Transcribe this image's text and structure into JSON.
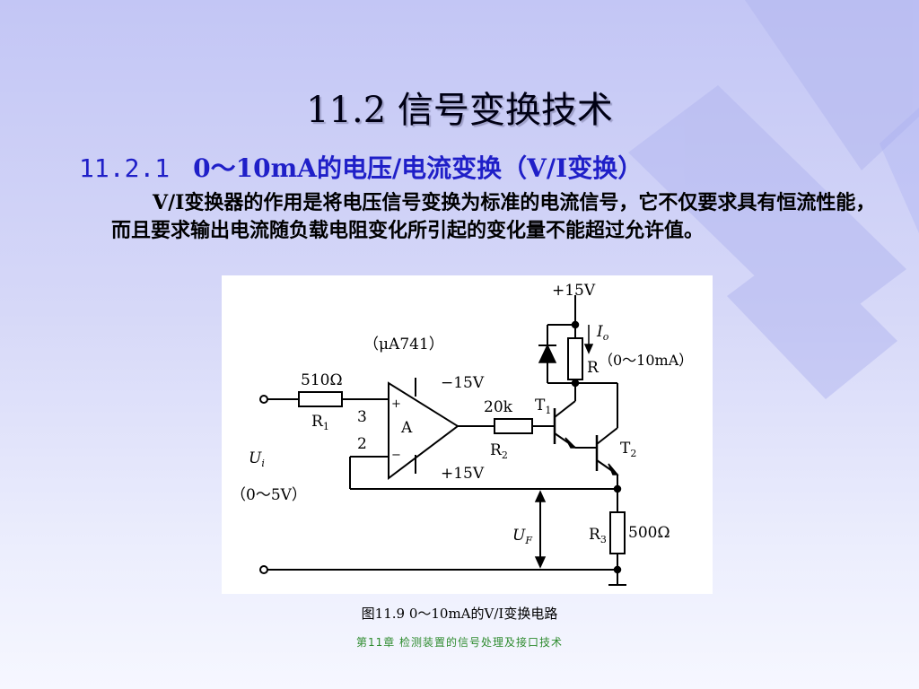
{
  "slide": {
    "title": "11.2 信号变换技术",
    "section_number": "11.2.1",
    "section_title": "0～10mA的电压/电流变换（V/I变换）",
    "paragraph": "V/I变换器的作用是将电压信号变换为标准的电流信号，它不仅要求具有恒流性能，而且要求输出电流随负载电阻变化所引起的变化量不能超过允许值。",
    "caption": "图11.9  0～10mA的V/I变换电路",
    "footer": "第11章    检测装置的信号处理及接口技术"
  },
  "circuit": {
    "vplus_top": "+15V",
    "io_label": "I",
    "io_sub": "o",
    "r_label": "R",
    "r_range": "（0～10mA）",
    "opamp_model": "（μA741）",
    "r1_value": "510Ω",
    "r1_label": "R",
    "r1_sub": "1",
    "pin3": "3",
    "pin2": "2",
    "opamp_label": "A",
    "plus_sign": "+",
    "minus_sign": "−",
    "neg_supply": "−15V",
    "pos_supply": "+15V",
    "r2_value": "20k",
    "r2_label": "R",
    "r2_sub": "2",
    "t1_label": "T",
    "t1_sub": "1",
    "t2_label": "T",
    "t2_sub": "2",
    "ui_label": "U",
    "ui_sub": "i",
    "ui_range": "（0～5V）",
    "uf_label": "U",
    "uf_sub": "F",
    "r3_label": "R",
    "r3_sub": "3",
    "r3_value": "500Ω"
  },
  "colors": {
    "title": "#000014",
    "subtitle": "#1f1fc8",
    "footer": "#2e8b2e"
  }
}
